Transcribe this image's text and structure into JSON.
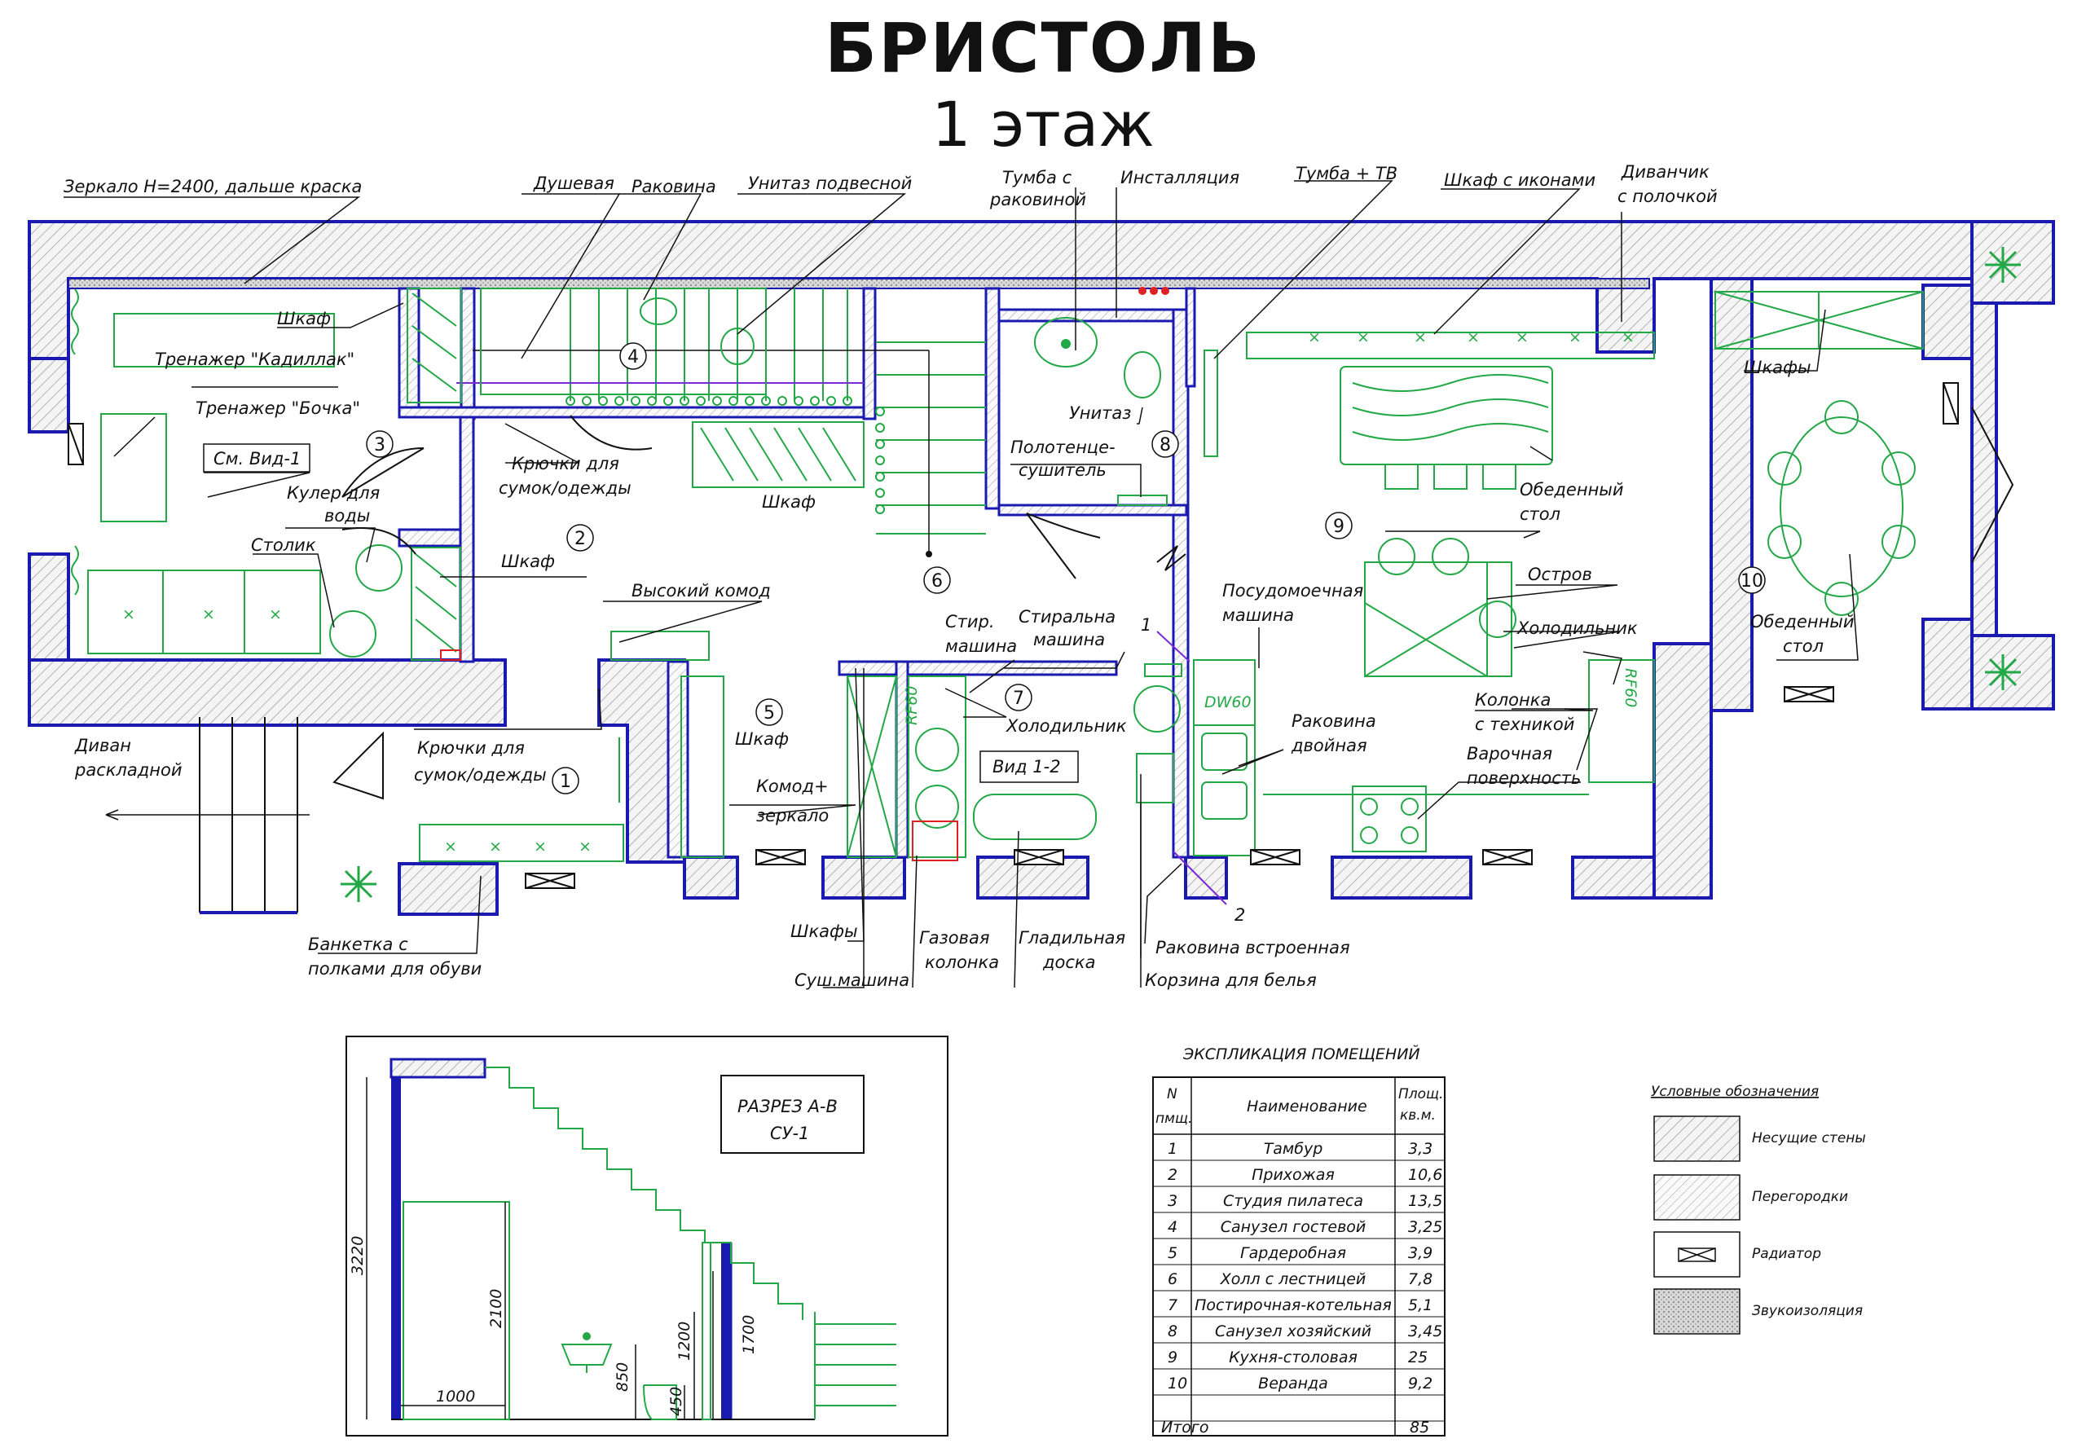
{
  "title": "БРИСТОЛЬ",
  "subtitle": "1 этаж",
  "labels": {
    "mirror": "Зеркало Н=2400, дальше краска",
    "shower": "Душевая",
    "sink": "Раковина",
    "wall_toilet": "Унитаз подвесной",
    "sink_cab_1": "Тумба с",
    "sink_cab_2": "раковиной",
    "installation": "Инсталляция",
    "tv_stand": "Тумба + ТВ",
    "icon_cabinet": "Шкаф с иконами",
    "sofa_shelf_1": "Диванчик",
    "sofa_shelf_2": "с полочкой",
    "wardrobe": "Шкаф",
    "trainer_cadillac": "Тренажер \"Кадиллак\"",
    "trainer_barrel": "Тренажер \"Бочка\"",
    "see_view": "См. Вид-1",
    "hooks_1": "Крючки для",
    "hooks_2": "сумок/одежды",
    "toilet": "Унитаз",
    "towel_1": "Полотенце-",
    "towel_2": "сушитель",
    "cooler_1": "Кулер для",
    "cooler_2": "воды",
    "side_table": "Столик",
    "tall_dresser": "Высокий комод",
    "dining_table_1": "Обеденный",
    "dining_table_2": "стол",
    "island": "Остров",
    "dishwasher_1": "Посудомоечная",
    "dishwasher_2": "машина",
    "fridge": "Холодильник",
    "wash_short_1": "Стир.",
    "wash_short_2": "машина",
    "wash_full_1": "Стиральна",
    "wash_full_2": "машина",
    "dw60": "DW60",
    "rf60": "RF60",
    "view_1_2": "Вид 1-2",
    "double_sink_1": "Раковина",
    "double_sink_2": "двойная",
    "tech_col_1": "Колонка",
    "tech_col_2": "с техникой",
    "hob_1": "Варочная",
    "hob_2": "поверхность",
    "wardrobes": "Шкафы",
    "dresser_mirror_1": "Комод+",
    "dresser_mirror_2": "зеркало",
    "sofa_bed_1": "Диван",
    "sofa_bed_2": "раскладной",
    "bench_1": "Банкетка с",
    "bench_2": "полками для обуви",
    "dryer": "Суш.машина",
    "gas_col_1": "Газовая",
    "gas_col_2": "колонка",
    "iron_1": "Гладильная",
    "iron_2": "доска",
    "builtin_sink": "Раковина встроенная",
    "laundry_basket": "Корзина для белья",
    "dining_table_v_1": "Обеденный",
    "dining_table_v_2": "стол",
    "mark_1": "1",
    "mark_2": "2"
  },
  "room_numbers": [
    "1",
    "2",
    "3",
    "4",
    "5",
    "6",
    "7",
    "8",
    "9",
    "10"
  ],
  "section": {
    "title_1": "РАЗРЕЗ А-В",
    "title_2": "СУ-1",
    "dims": [
      "3220",
      "2100",
      "1000",
      "850",
      "450",
      "1200",
      "1700"
    ]
  },
  "explication": {
    "title": "ЭКСПЛИКАЦИЯ ПОМЕЩЕНИЙ",
    "col_n_1": "N",
    "col_n_2": "пмщ.",
    "col_name": "Наименование",
    "col_area_1": "Площ.",
    "col_area_2": "кв.м.",
    "rows": [
      {
        "n": "1",
        "name": "Тамбур",
        "area": "3,3"
      },
      {
        "n": "2",
        "name": "Прихожая",
        "area": "10,6"
      },
      {
        "n": "3",
        "name": "Студия пилатеса",
        "area": "13,5"
      },
      {
        "n": "4",
        "name": "Санузел гостевой",
        "area": "3,25"
      },
      {
        "n": "5",
        "name": "Гардеробная",
        "area": "3,9"
      },
      {
        "n": "6",
        "name": "Холл с лестницей",
        "area": "7,8"
      },
      {
        "n": "7",
        "name": "Постирочная-котельная",
        "area": "5,1"
      },
      {
        "n": "8",
        "name": "Санузел хозяйский",
        "area": "3,45"
      },
      {
        "n": "9",
        "name": "Кухня-столовая",
        "area": "25"
      },
      {
        "n": "10",
        "name": "Веранда",
        "area": "9,2"
      }
    ],
    "total_label": "Итого",
    "total_value": "85"
  },
  "legend": {
    "title": "Условные обозначения",
    "items": [
      "Несущие стены",
      "Перегородки",
      "Радиатор",
      "Звукоизоляция"
    ]
  },
  "colors": {
    "wall": "#1a1ab0",
    "furniture": "#22a846",
    "ink": "#111111",
    "accent": "#7a2bd6",
    "red": "#e02020"
  }
}
